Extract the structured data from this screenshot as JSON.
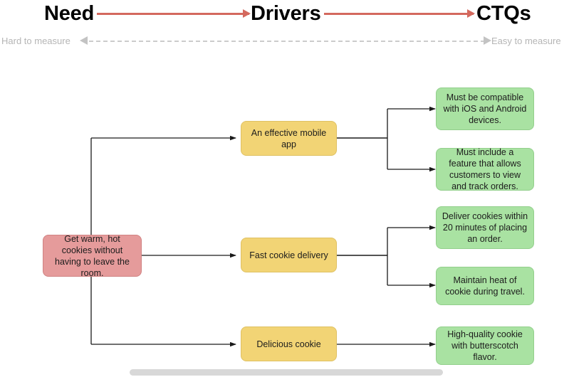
{
  "header": {
    "columns": [
      {
        "label": "Need"
      },
      {
        "label": "Drivers"
      },
      {
        "label": "CTQs"
      }
    ],
    "arrow_color": "#d4695e"
  },
  "measure_scale": {
    "left_label": "Hard to measure",
    "right_label": "Easy to measure",
    "line_color": "#cccccc"
  },
  "need": {
    "text": "Get warm, hot cookies without having to leave the room.",
    "fill": "#e59b9b",
    "border": "#d08282"
  },
  "drivers": [
    {
      "text": "An effective mobile app",
      "fill": "#f2d475",
      "border": "#dfc163"
    },
    {
      "text": "Fast cookie delivery",
      "fill": "#f2d475",
      "border": "#dfc163"
    },
    {
      "text": "Delicious cookie",
      "fill": "#f2d475",
      "border": "#dfc163"
    }
  ],
  "ctqs": [
    {
      "text": "Must be compatible with iOS and Android devices.",
      "fill": "#a9e2a2",
      "border": "#93cf8c"
    },
    {
      "text": "Must include a feature that allows customers to view and track orders.",
      "fill": "#a9e2a2",
      "border": "#93cf8c"
    },
    {
      "text": "Deliver cookies within 20 minutes of placing an order.",
      "fill": "#a9e2a2",
      "border": "#93cf8c"
    },
    {
      "text": "Maintain heat of cookie during travel.",
      "fill": "#a9e2a2",
      "border": "#93cf8c"
    },
    {
      "text": "High-quality cookie with butterscotch flavor.",
      "fill": "#a9e2a2",
      "border": "#93cf8c"
    }
  ],
  "scrollbar": {
    "orientation": "horizontal",
    "thumb_color": "#d8d8d8"
  }
}
